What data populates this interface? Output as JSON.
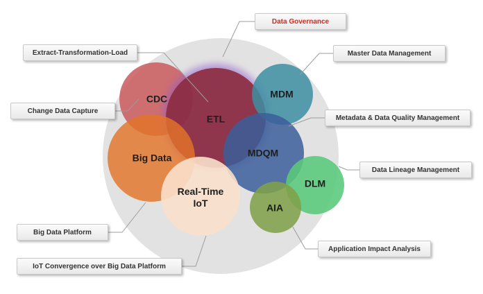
{
  "title": "Data Governance",
  "circles": {
    "cdc": "CDC",
    "etl": "ETL",
    "mdm": "MDM",
    "big_data": "Big Data",
    "mdqm": "MDQM",
    "realtime_iot": "Real-Time\nIoT",
    "dlm": "DLM",
    "aia": "AIA"
  },
  "callouts": {
    "data_governance": "Data Governance",
    "extract_transformation_load": "Extract-Transformation-Load",
    "master_data_management": "Master Data Management",
    "change_data_capture": "Change Data Capture",
    "metadata_quality": "Metadata & Data Quality Management",
    "data_lineage": "Data Lineage Management",
    "big_data_platform": "Big Data Platform",
    "application_impact": "Application Impact Analysis",
    "iot_convergence": "IoT Convergence over Big Data Platform"
  },
  "colors": {
    "governance_disc": "#e2e2e2",
    "cdc": "#c9595d",
    "etl": "#8b2b3d",
    "mdm": "#3d8ea2",
    "big_data": "#e3742a",
    "mdqm": "#3b5e9a",
    "realtime_iot": "#fae0cb",
    "dlm": "#59c97a",
    "aia": "#7fa04a",
    "highlight_text": "#d9261c"
  }
}
